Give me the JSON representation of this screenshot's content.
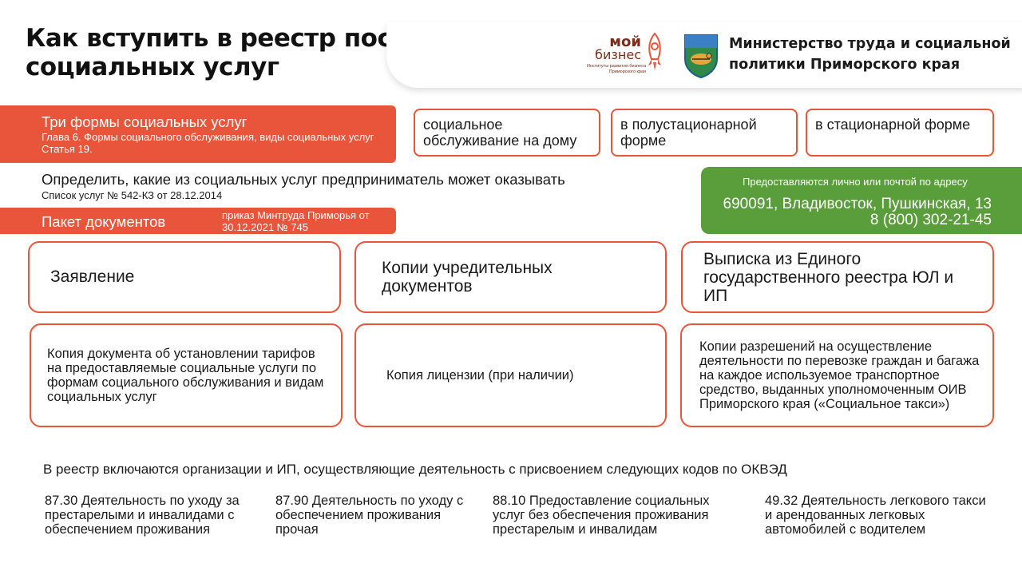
{
  "title": "Как вступить в реестр поставщиков социальных услуг",
  "header": {
    "biz_logo_word1": "мой",
    "biz_logo_word2": "бизнес",
    "biz_logo_sub": "Институты развития бизнеса Приморского края",
    "ministry": "Министерство труда и социальной политики Приморского края"
  },
  "forms": {
    "heading": "Три формы социальных услуг",
    "subheading": "Глава 6. Формы социального обслуживания, виды социальных услуг Статья 19.",
    "items": [
      "социальное обслуживание на дому",
      "в полустационарной форме",
      "в стационарной форме"
    ]
  },
  "define": {
    "text": "Определить, какие из социальных услуг предприниматель может оказывать",
    "sub": "Список услуг № 542-КЗ от 28.12.2014"
  },
  "docs": {
    "heading": "Пакет документов",
    "order": "приказ Минтруда Приморья от 30.12.2021 № 745",
    "items": [
      "Заявление",
      "Копии учредительных документов",
      "Выписка из Единого государственного реестра ЮЛ и ИП",
      "Копия документа об установлении тарифов на предоставляемые социальные услуги по формам социального обслуживания и видам социальных услуг",
      "Копия лицензии (при наличии)",
      "Копии разрешений на осуществление деятельности по перевозке граждан и багажа на каждое используемое транспортное средство, выданных уполномоченным ОИВ Приморского края («Социальное такси»)"
    ]
  },
  "submit": {
    "note": "Предоставляются лично или почтой по адресу",
    "address": "690091, Владивосток, Пушкинская, 13",
    "phone": "8 (800) 302-21-45"
  },
  "okved": {
    "heading": "В реестр включаются организации и ИП, осуществляющие деятельность с присвоением следующих кодов по ОКВЭД",
    "codes": [
      "87.30 Деятельность по уходу за престарелыми и инвалидами с обеспечением проживания",
      "87.90 Деятельность по уходу с обеспечением проживания прочая",
      "88.10 Предоставление социальных услуг без обеспечения проживания престарелым и инвалидам",
      "49.32 Деятельность легкового такси и арендованных легковых автомобилей с водителем"
    ]
  },
  "colors": {
    "accent_red": "#e8553a",
    "accent_green": "#5a9e3c"
  }
}
